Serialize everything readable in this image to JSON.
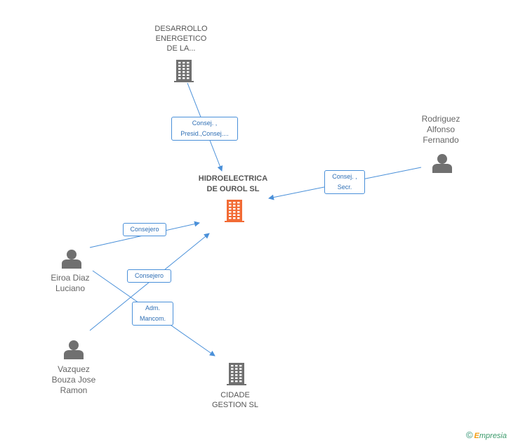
{
  "nodes": {
    "desarrollo": {
      "label": "DESARROLLO\nENERGETICO\nDE LA...",
      "kind": "company"
    },
    "hidroelectrica": {
      "label": "HIDROELECTRICA\nDE OUROL SL",
      "kind": "company-main"
    },
    "rodriguez": {
      "label": "Rodriguez\nAlfonso\nFernando",
      "kind": "person"
    },
    "eiroa": {
      "label": "Eiroa Diaz\nLuciano",
      "kind": "person"
    },
    "vazquez": {
      "label": "Vazquez\nBouza Jose\nRamon",
      "kind": "person"
    },
    "cidade": {
      "label": "CIDADE\nGESTION SL",
      "kind": "company"
    }
  },
  "edges": [
    {
      "from": "desarrollo",
      "to": "hidroelectrica",
      "label": "Consej. ,\nPresid.,Consej...."
    },
    {
      "from": "rodriguez",
      "to": "hidroelectrica",
      "label": "Consej. ,\nSecr."
    },
    {
      "from": "eiroa",
      "to": "hidroelectrica",
      "label": "Consejero"
    },
    {
      "from": "vazquez",
      "to": "hidroelectrica",
      "label": "Consejero"
    },
    {
      "from": "eiroa",
      "to": "cidade",
      "label": "Adm.\nMancom."
    }
  ],
  "colors": {
    "edge": "#4a90d9",
    "company_icon": "#707070",
    "main_icon": "#f26b35",
    "person_icon": "#707070"
  },
  "footer": {
    "copyright": "©",
    "brand_first": "E",
    "brand_rest": "mpresia"
  }
}
